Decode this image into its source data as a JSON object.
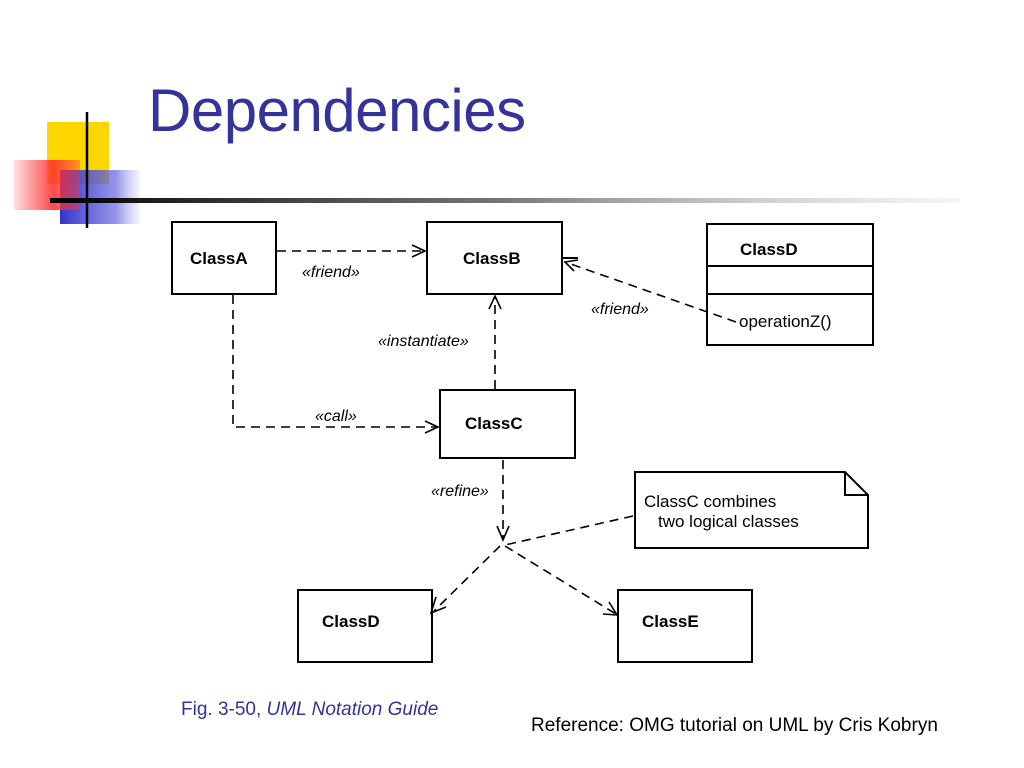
{
  "slide": {
    "title": "Dependencies",
    "caption_prefix": "Fig. 3-50, ",
    "caption_source": "UML Notation Guide",
    "reference": "Reference: OMG tutorial on UML by Cris Kobryn"
  },
  "diagram": {
    "classes": {
      "class_a": "ClassA",
      "class_b": "ClassB",
      "class_c": "ClassC",
      "class_d_top": "ClassD",
      "class_d_op": "operationZ()",
      "class_d_bottom": "ClassD",
      "class_e": "ClassE"
    },
    "stereotypes": {
      "friend_ab": "«friend»",
      "friend_db": "«friend»",
      "instantiate": "«instantiate»",
      "call": "«call»",
      "refine": "«refine»"
    },
    "note": {
      "line1": "ClassC combines",
      "line2": "two logical classes"
    }
  },
  "colors": {
    "title": "#333399",
    "caption": "#333399",
    "line": "#000000",
    "logo_yellow": "#ffd700",
    "logo_red": "#ff3333",
    "logo_blue": "#3333cc"
  }
}
